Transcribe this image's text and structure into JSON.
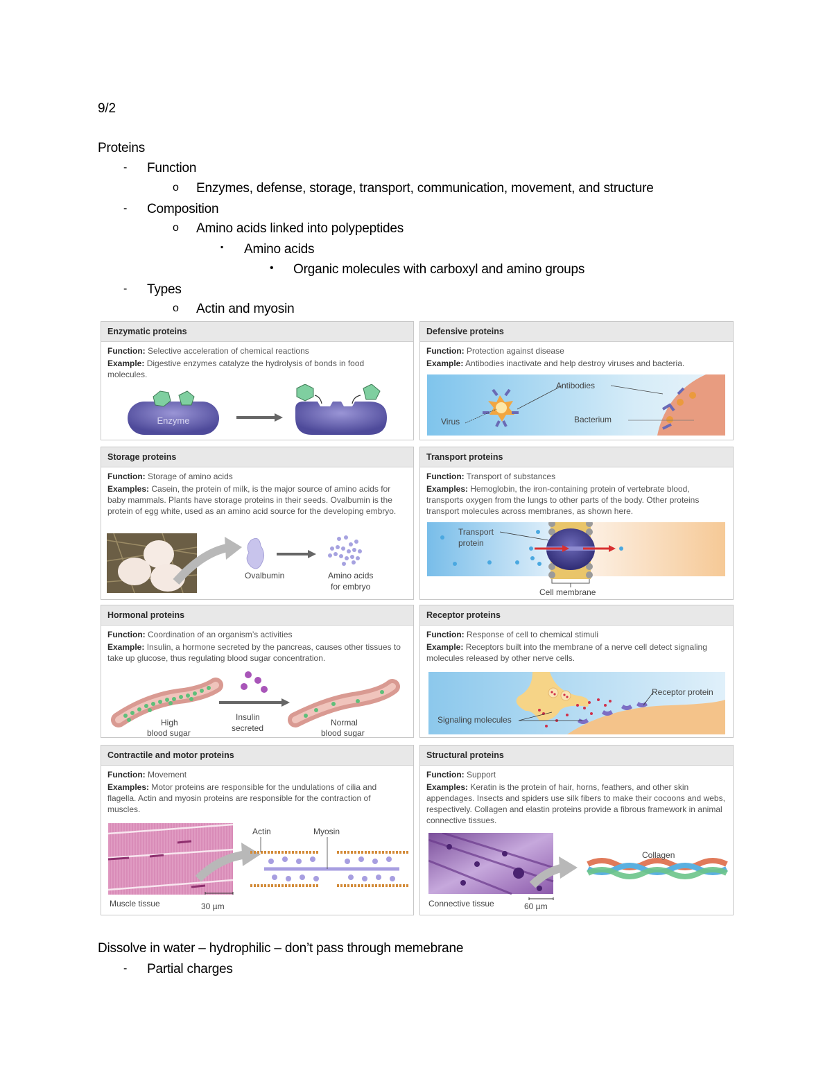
{
  "notes": {
    "date": "9/2",
    "heading": "Proteins",
    "items": [
      {
        "level": 1,
        "marker": "-",
        "text": "Function"
      },
      {
        "level": 2,
        "marker": "o",
        "text": "Enzymes, defense, storage, transport, communication, movement, and structure"
      },
      {
        "level": 1,
        "marker": "-",
        "text": "Composition"
      },
      {
        "level": 2,
        "marker": "o",
        "text": "Amino acids linked into polypeptides"
      },
      {
        "level": 3,
        "marker": "▪",
        "text": "Amino acids"
      },
      {
        "level": 4,
        "marker": "•",
        "text": "Organic molecules with carboxyl and amino groups"
      },
      {
        "level": 1,
        "marker": "-",
        "text": "Types"
      },
      {
        "level": 2,
        "marker": "o",
        "text": "Actin and myosin"
      }
    ],
    "footer": {
      "line": "Dissolve in water – hydrophilic – don’t pass through memebrane",
      "sub": {
        "marker": "-",
        "text": "Partial charges"
      }
    }
  },
  "figure": {
    "panels": [
      {
        "title": "Enzymatic proteins",
        "function_label": "Function:",
        "function": "Selective acceleration of chemical reactions",
        "example_label": "Example:",
        "example": "Digestive enzymes catalyze the hydrolysis of bonds in food molecules.",
        "labels": {
          "enzyme": "Enzyme"
        }
      },
      {
        "title": "Defensive proteins",
        "function_label": "Function:",
        "function": "Protection against disease",
        "example_label": "Example:",
        "example": "Antibodies inactivate and help destroy viruses and bacteria.",
        "labels": {
          "antibodies": "Antibodies",
          "virus": "Virus",
          "bacterium": "Bacterium"
        }
      },
      {
        "title": "Storage proteins",
        "function_label": "Function:",
        "function": "Storage of amino acids",
        "example_label": "Examples:",
        "example": "Casein, the protein of milk, is the major source of amino acids for baby mammals. Plants have storage proteins in their seeds. Ovalbumin is the protein of egg white, used as an amino acid source for the developing embryo.",
        "labels": {
          "ovalbumin": "Ovalbumin",
          "amino1": "Amino acids",
          "amino2": "for embryo"
        }
      },
      {
        "title": "Transport proteins",
        "function_label": "Function:",
        "function": "Transport of substances",
        "example_label": "Examples:",
        "example": "Hemoglobin, the iron-containing protein of vertebrate blood, transports oxygen from the lungs to other parts of the body. Other proteins transport molecules across membranes, as shown here.",
        "labels": {
          "transport1": "Transport",
          "transport2": "protein",
          "membrane": "Cell membrane"
        }
      },
      {
        "title": "Hormonal proteins",
        "function_label": "Function:",
        "function": "Coordination of an organism’s activities",
        "example_label": "Example:",
        "example": "Insulin, a hormone secreted by the pancreas, causes other tissues to take up glucose, thus regulating blood sugar concentration.",
        "labels": {
          "high1": "High",
          "high2": "blood sugar",
          "insulin1": "Insulin",
          "insulin2": "secreted",
          "normal1": "Normal",
          "normal2": "blood sugar"
        }
      },
      {
        "title": "Receptor proteins",
        "function_label": "Function:",
        "function": "Response of cell to chemical stimuli",
        "example_label": "Example:",
        "example": "Receptors built into the membrane of a nerve cell detect signaling molecules released by other nerve cells.",
        "labels": {
          "receptor": "Receptor protein",
          "signaling": "Signaling molecules"
        }
      },
      {
        "title": "Contractile and motor proteins",
        "function_label": "Function:",
        "function": "Movement",
        "example_label": "Examples:",
        "example": "Motor proteins are responsible for the undulations of cilia and flagella. Actin and myosin proteins are responsible for the contraction of muscles.",
        "labels": {
          "actin": "Actin",
          "myosin": "Myosin",
          "tissue": "Muscle tissue",
          "scale": "30 µm"
        }
      },
      {
        "title": "Structural proteins",
        "function_label": "Function:",
        "function": "Support",
        "example_label": "Examples:",
        "example": "Keratin is the protein of hair, horns, feathers, and other skin appendages. Insects and spiders use silk fibers to make their cocoons and webs, respectively. Collagen and elastin proteins provide a fibrous framework in animal connective tissues.",
        "labels": {
          "collagen": "Collagen",
          "tissue": "Connective tissue",
          "scale": "60 µm"
        }
      }
    ]
  }
}
